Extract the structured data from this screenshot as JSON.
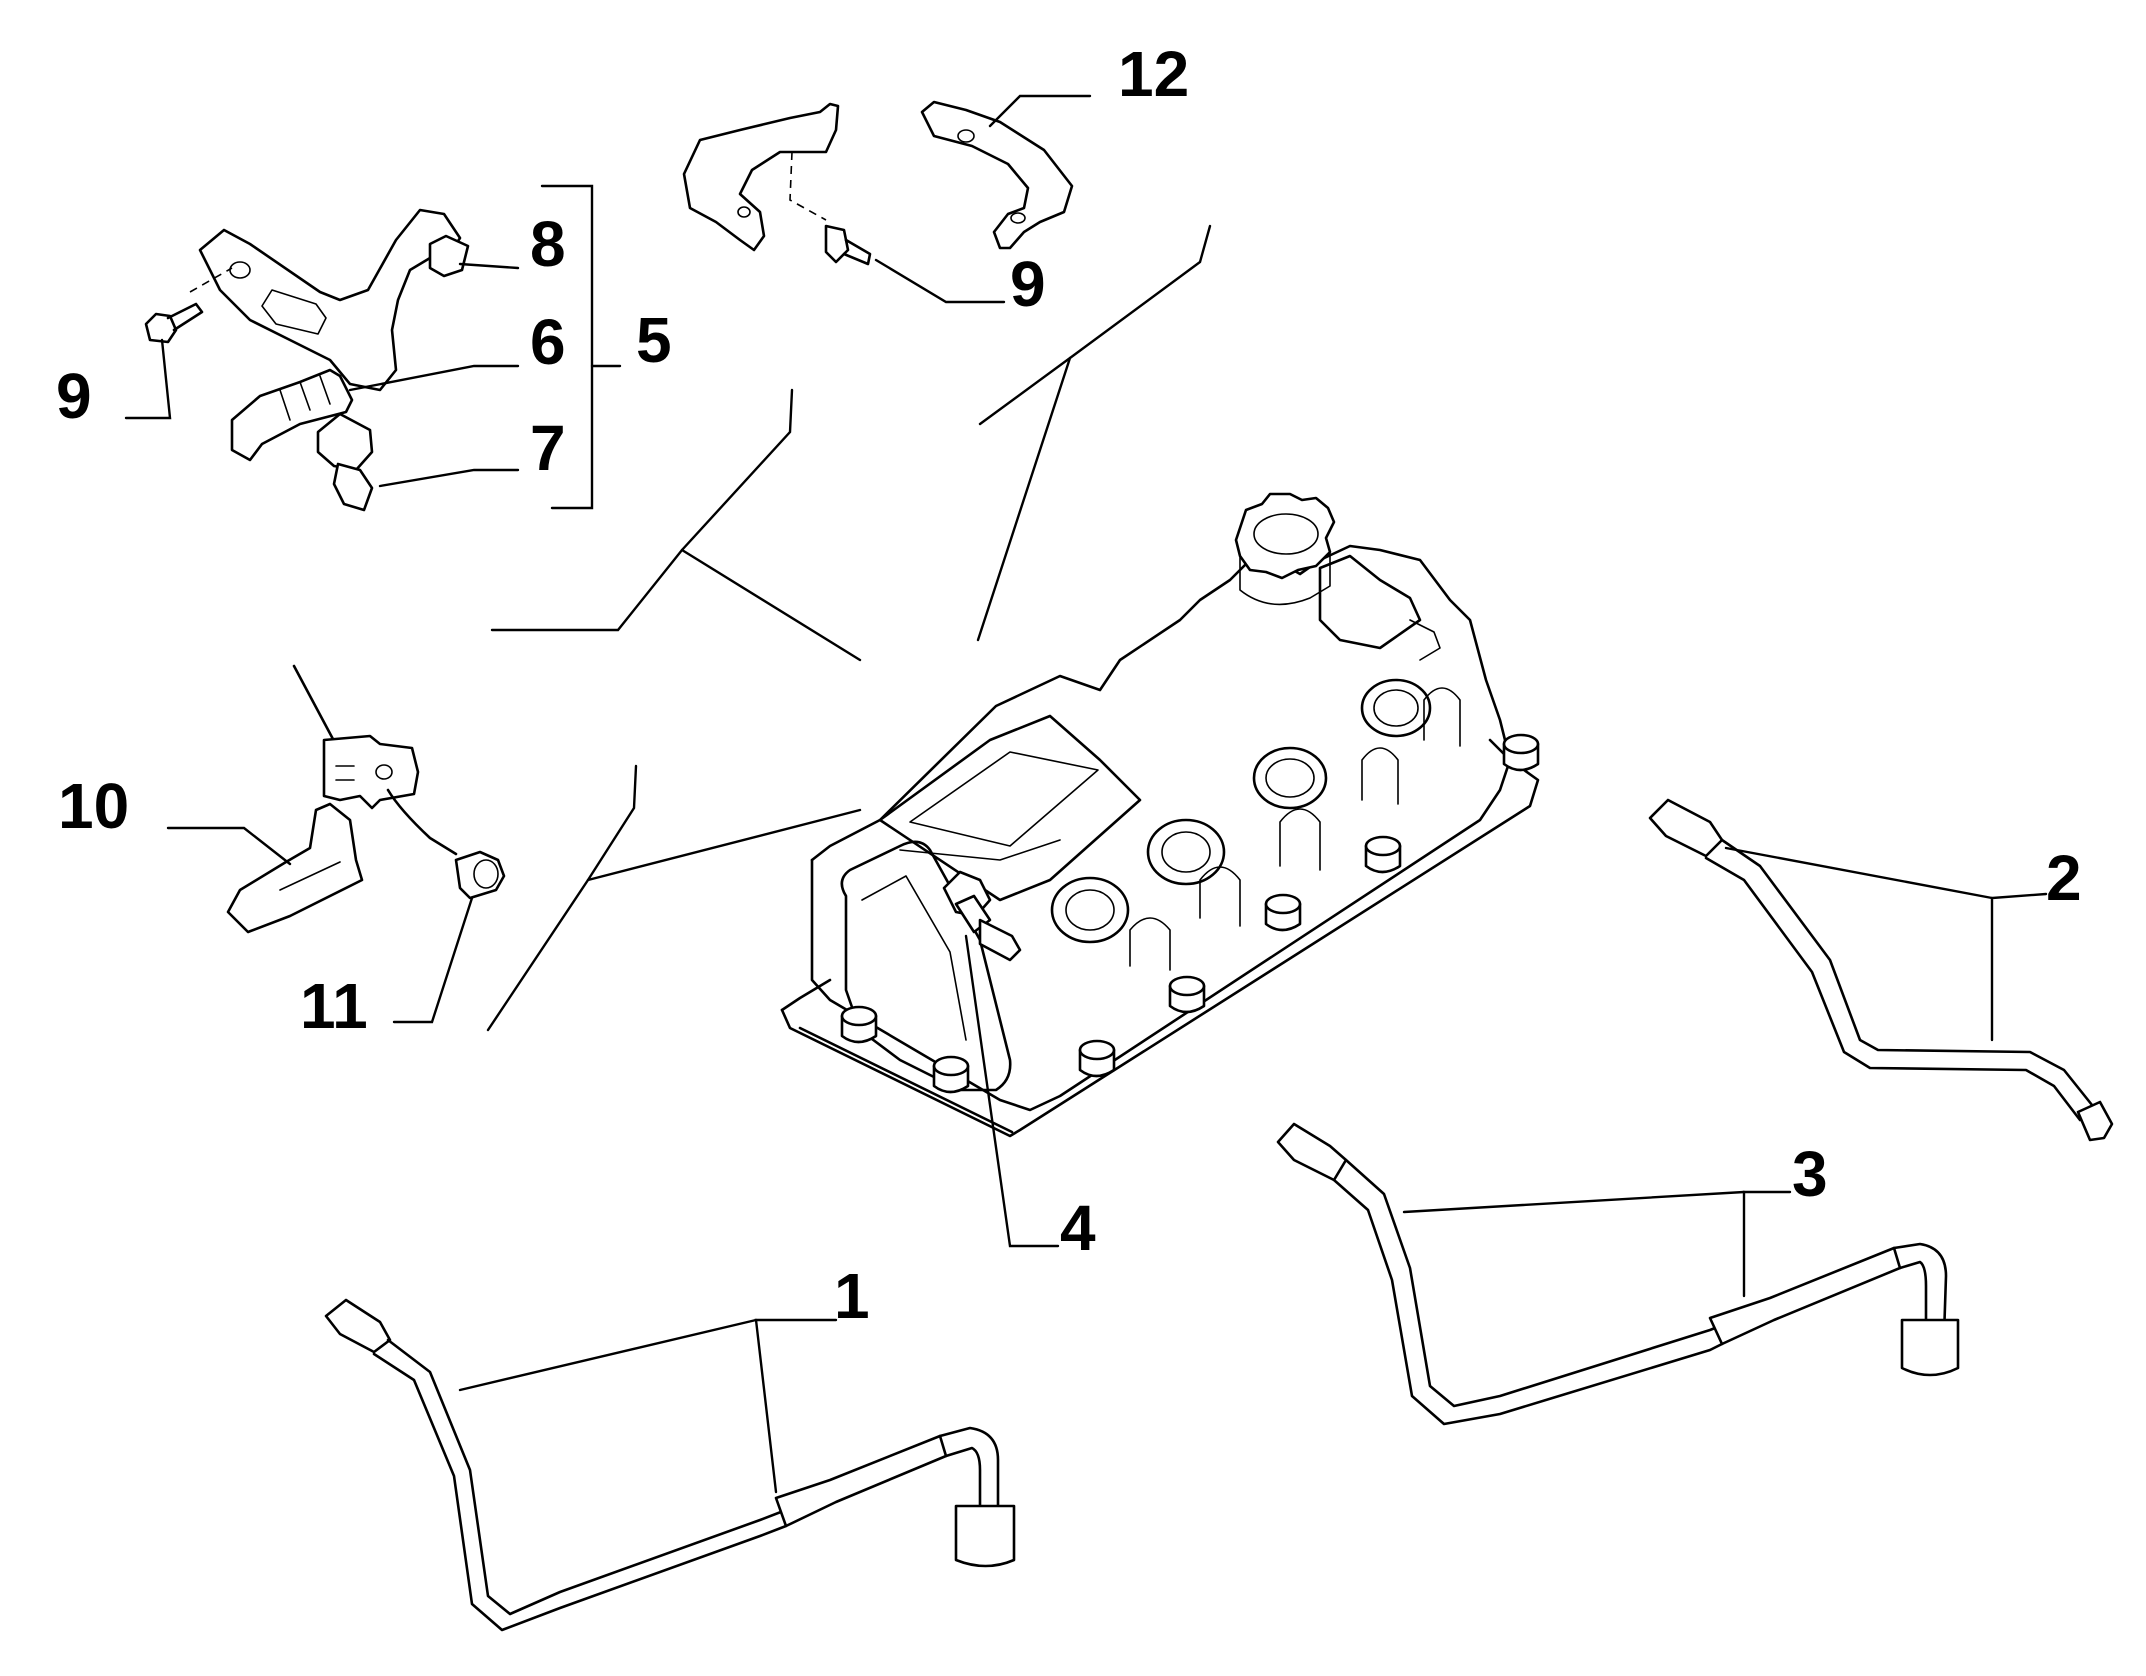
{
  "callouts": {
    "c1": "1",
    "c2": "2",
    "c3": "3",
    "c4": "4",
    "c5": "5",
    "c6": "6",
    "c7": "7",
    "c8": "8",
    "c9_left": "9",
    "c9_top": "9",
    "c10": "10",
    "c11": "11",
    "c12": "12"
  }
}
